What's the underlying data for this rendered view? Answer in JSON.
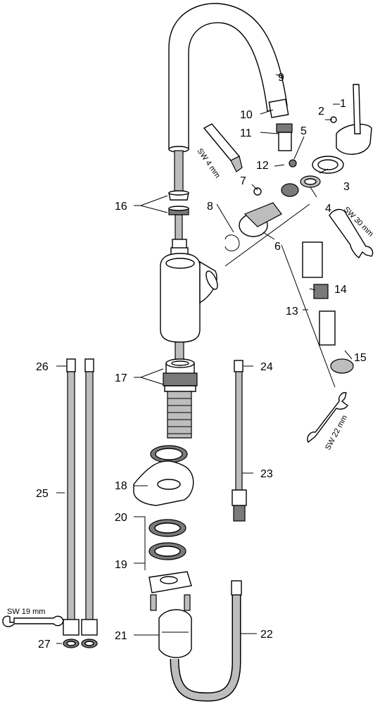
{
  "labels": {
    "l1": "1",
    "l2": "2",
    "l3": "3",
    "l4": "4",
    "l5": "5",
    "l6": "6",
    "l7": "7",
    "l8": "8",
    "l9": "9",
    "l10": "10",
    "l11": "11",
    "l12": "12",
    "l13": "13",
    "l14": "14",
    "l15": "15",
    "l16": "16",
    "l17": "17",
    "l18": "18",
    "l19": "19",
    "l20": "20",
    "l21": "21",
    "l22": "22",
    "l23": "23",
    "l24": "24",
    "l25": "25",
    "l26": "26",
    "l27": "27"
  },
  "tools": {
    "hex_key": "SW 4 mm",
    "wrench_30": "SW 30 mm",
    "wrench_22": "SW 22 mm",
    "wrench_19": "SW 19 mm"
  }
}
